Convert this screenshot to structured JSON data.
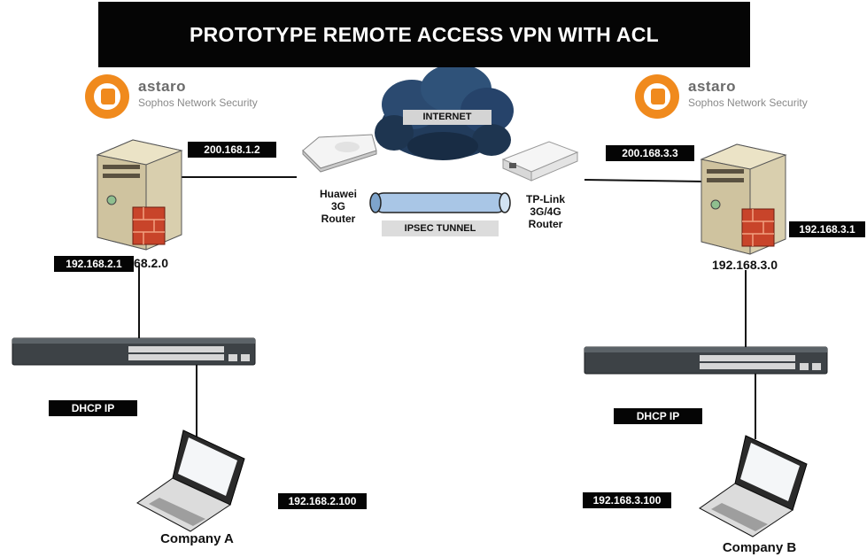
{
  "title": "PROTOTYPE REMOTE ACCESS VPN WITH ACL",
  "logos": {
    "left": {
      "brand": "astaro",
      "sub": "Sophos Network Security"
    },
    "right": {
      "brand": "astaro",
      "sub": "Sophos Network Security"
    }
  },
  "internet": {
    "label": "INTERNET"
  },
  "tunnel": {
    "label": "IPSEC TUNNEL"
  },
  "routers": {
    "left": {
      "label": "Huawei\n3G\nRouter"
    },
    "right": {
      "label": "TP-Link\n3G/4G\nRouter"
    }
  },
  "site_a": {
    "wan_ip": "200.168.1.2",
    "network": "192.168.2.0",
    "lan_ip": "192.168.2.1",
    "dhcp": "DHCP IP",
    "client_ip": "192.168.2.100",
    "name": "Company A"
  },
  "site_b": {
    "wan_ip": "200.168.3.3",
    "network": "192.168.3.0",
    "lan_ip": "192.168.3.1",
    "dhcp": "DHCP IP",
    "client_ip": "192.168.3.100",
    "name": "Company B"
  },
  "colors": {
    "title_bg": "#050505",
    "accent": "#f08a1d",
    "cloud": "#1e3550",
    "tunnel": "#a9c6e6"
  }
}
